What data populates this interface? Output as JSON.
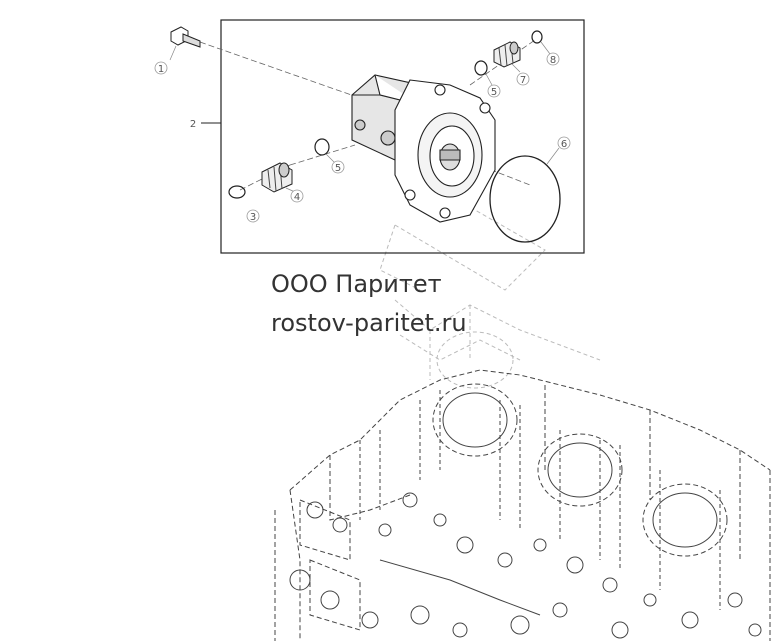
{
  "callouts": {
    "c1": "1",
    "c2": "2",
    "c3": "3",
    "c4": "4",
    "c5a": "5",
    "c5b": "5",
    "c6": "6",
    "c7": "7",
    "c8": "8"
  },
  "watermark": {
    "line1": "ООО Паритет",
    "line2": "rostov-paritet.ru"
  }
}
